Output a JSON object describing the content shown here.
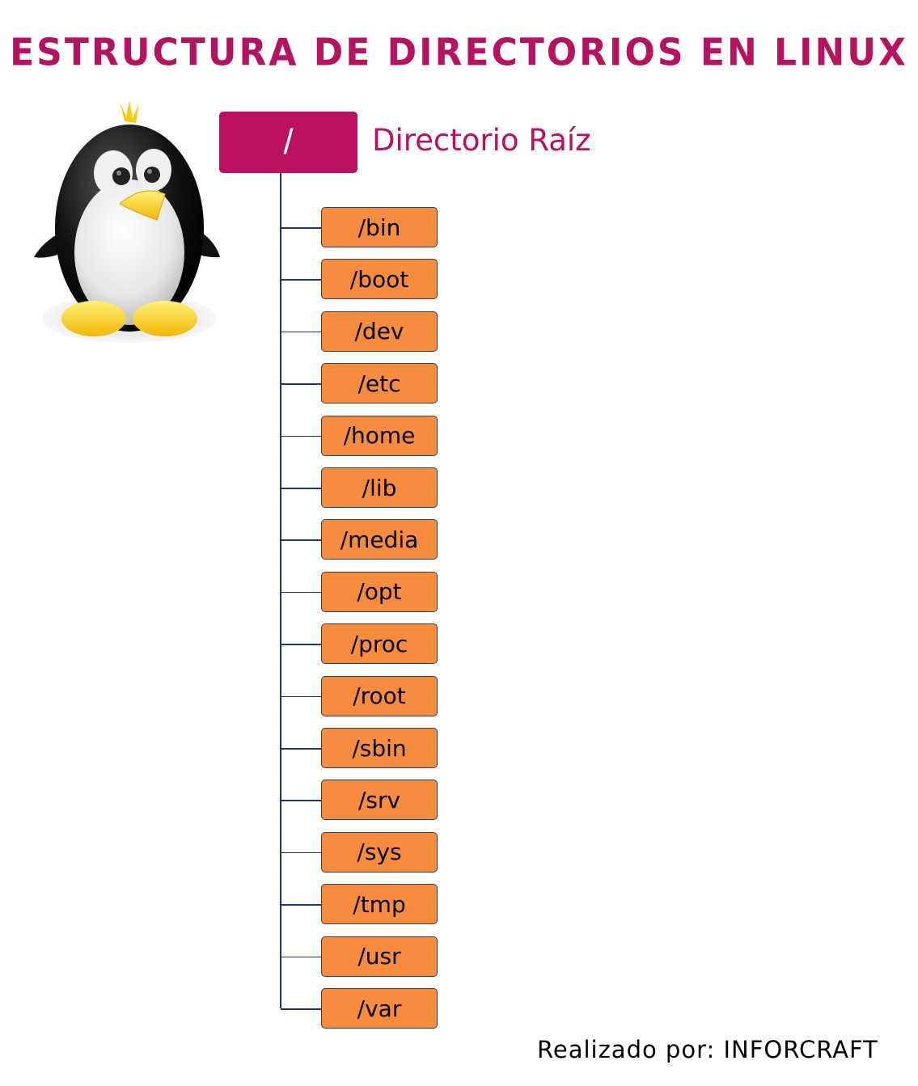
{
  "title": "ESTRUCTURA DE DIRECTORIOS EN LINUX",
  "root": {
    "symbol": "/",
    "label": "Directorio Raíz",
    "color": "#b9115f"
  },
  "directories": [
    {
      "name": "/bin"
    },
    {
      "name": "/boot"
    },
    {
      "name": "/dev"
    },
    {
      "name": "/etc"
    },
    {
      "name": "/home"
    },
    {
      "name": "/lib"
    },
    {
      "name": "/media"
    },
    {
      "name": "/opt"
    },
    {
      "name": "/proc"
    },
    {
      "name": "/root"
    },
    {
      "name": "/sbin"
    },
    {
      "name": "/srv"
    },
    {
      "name": "/sys"
    },
    {
      "name": "/tmp"
    },
    {
      "name": "/usr"
    },
    {
      "name": "/var"
    }
  ],
  "directory_box_color": "#f88c3e",
  "connector_color": "#1f3864",
  "mascot": "tux-penguin-icon",
  "credit": "Realizado por: INFORCRAFT"
}
